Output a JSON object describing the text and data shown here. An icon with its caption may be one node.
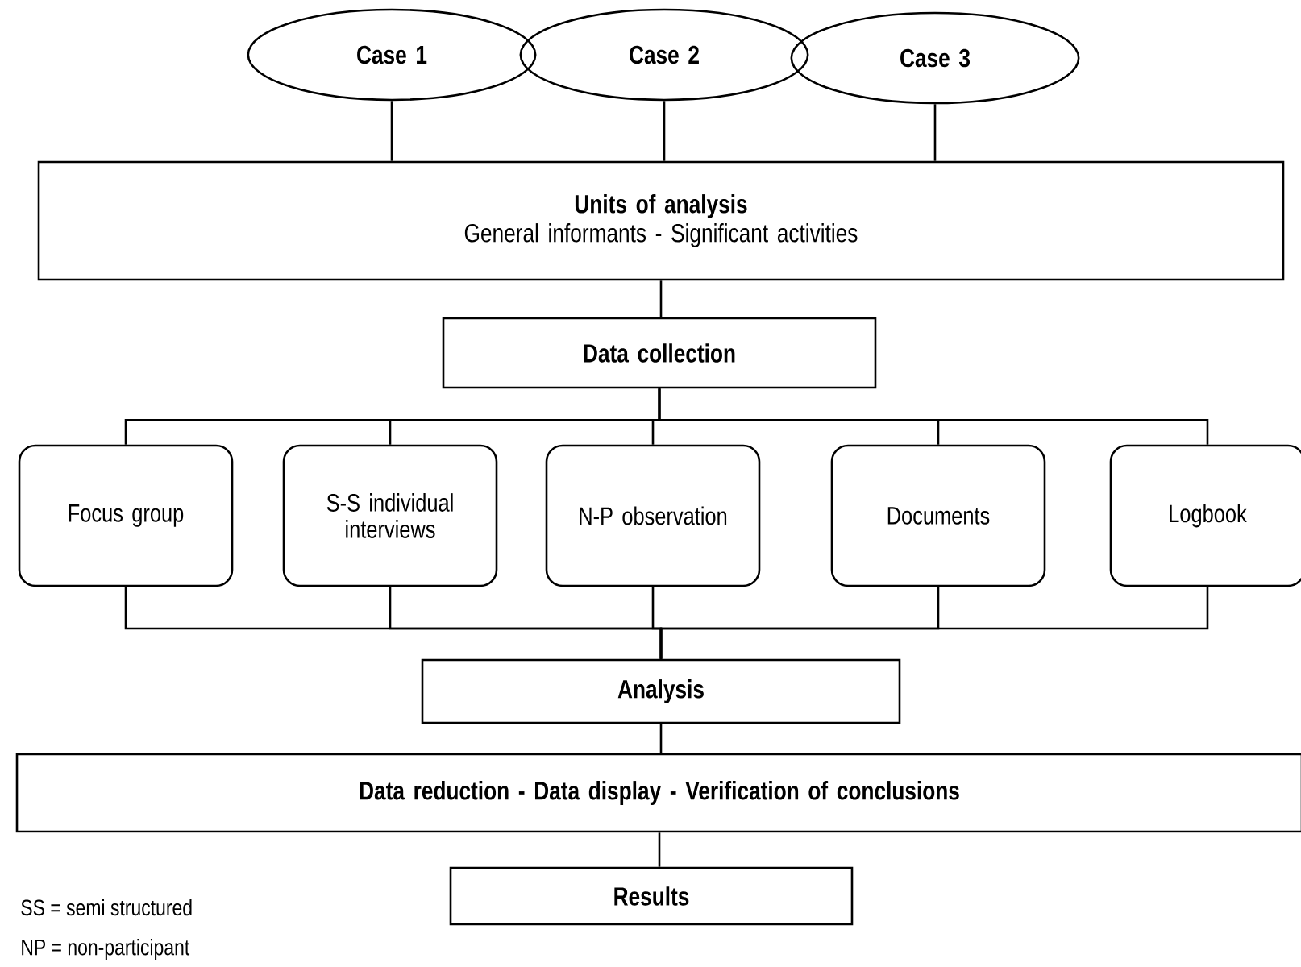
{
  "diagram": {
    "nodes": [
      {
        "text": [
          "Case 1"
        ]
      },
      {
        "text": [
          "Case 2"
        ]
      },
      {
        "text": [
          "Case 3"
        ]
      },
      {
        "text": [
          "Units of analysis",
          "General informants - Significant activities"
        ]
      },
      {
        "text": [
          "Data collection"
        ]
      },
      {
        "text": [
          "Focus group"
        ]
      },
      {
        "text": [
          "S-S individual interviews"
        ]
      },
      {
        "text": [
          "N-P observation"
        ]
      },
      {
        "text": [
          "Documents"
        ]
      },
      {
        "text": [
          "Logbook"
        ]
      },
      {
        "text": [
          "Analysis"
        ]
      },
      {
        "text": [
          "Data reduction - Data display - Verification of conclusions"
        ]
      },
      {
        "text": [
          "Results"
        ]
      }
    ],
    "edges": [
      {
        "from": 0,
        "to": 3,
        "arrow": "none"
      },
      {
        "from": 1,
        "to": 3,
        "arrow": "none"
      },
      {
        "from": 2,
        "to": 3,
        "arrow": "none"
      },
      {
        "from": 3,
        "to": 4,
        "arrow": "none"
      },
      {
        "from": 4,
        "to": 5,
        "arrow": "none"
      },
      {
        "from": 4,
        "to": 6,
        "arrow": "none"
      },
      {
        "from": 4,
        "to": 7,
        "arrow": "none"
      },
      {
        "from": 4,
        "to": 8,
        "arrow": "none"
      },
      {
        "from": 4,
        "to": 9,
        "arrow": "none"
      },
      {
        "from": 5,
        "to": 10,
        "arrow": "none"
      },
      {
        "from": 6,
        "to": 10,
        "arrow": "none"
      },
      {
        "from": 7,
        "to": 10,
        "arrow": "none"
      },
      {
        "from": 8,
        "to": 10,
        "arrow": "none"
      },
      {
        "from": 9,
        "to": 10,
        "arrow": "none"
      },
      {
        "from": 10,
        "to": 11,
        "arrow": "none"
      },
      {
        "from": 11,
        "to": 12,
        "arrow": "none"
      }
    ],
    "labels": [
      "SS = semi structured",
      "NP = non-participant"
    ]
  }
}
